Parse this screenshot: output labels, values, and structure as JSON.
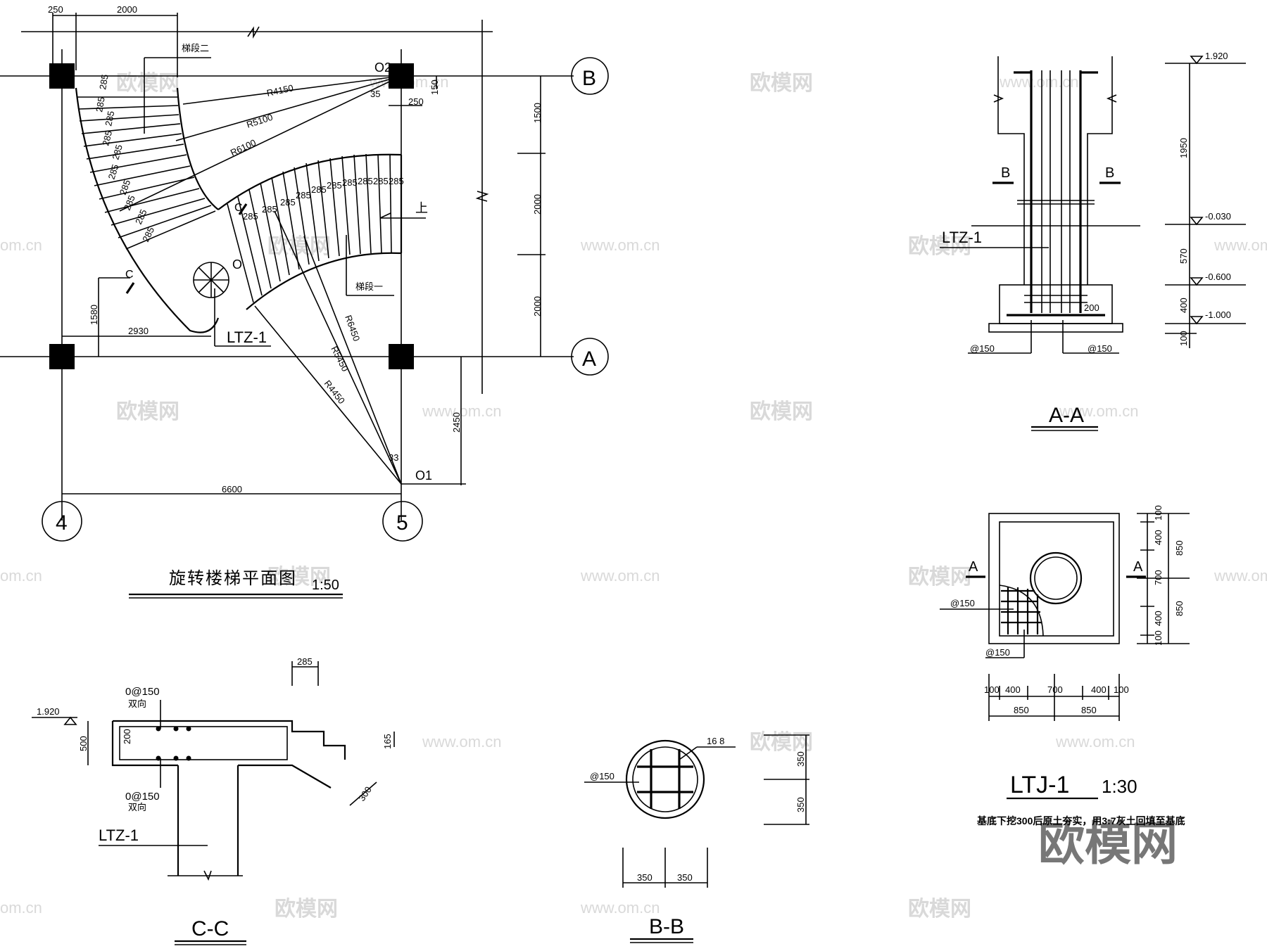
{
  "plan": {
    "title": "旋转楼梯平面图",
    "scale": "1:50",
    "axis_labels": [
      "B",
      "A",
      "4",
      "5"
    ],
    "segment_labels": [
      "梯段二",
      "梯段一"
    ],
    "up_label": "上",
    "center_labels": [
      "O2",
      "O",
      "O1"
    ],
    "column_label": "LTZ-1",
    "section_mark": "C",
    "radii": [
      "R4150",
      "R5100",
      "R6100",
      "R6450",
      "R5450",
      "R4450"
    ],
    "dims": {
      "top_250": "250",
      "top_2000": "2000",
      "right_1500": "1500",
      "right_2000a": "2000",
      "right_2000b": "2000",
      "col_250": "250",
      "col_150": "150",
      "left_1580": "1580",
      "mid_2930": "2930",
      "bottom_2450": "2450",
      "bottom_6600": "6600",
      "angle_35": "35",
      "angle_33": "33",
      "tread": "285"
    }
  },
  "section_aa": {
    "title": "A-A",
    "cut_label": "B",
    "column_label": "LTZ-1",
    "dim_200": "200",
    "rebar_left": "@150",
    "rebar_right": "@150",
    "elevations": [
      "1.920",
      "-0.030",
      "-0.600",
      "-1.000"
    ],
    "dims": [
      "1950",
      "570",
      "400",
      "100"
    ]
  },
  "ltj": {
    "title": "LTJ-1",
    "scale": "1:30",
    "note": "基底下挖300后原土夯实，用3:7灰土回填至基底",
    "cut_label": "A",
    "rebar_1": "@150",
    "rebar_2": "@150",
    "dims_bottom": [
      "100",
      "400",
      "700",
      "400",
      "100"
    ],
    "dims_bottom_total": [
      "850",
      "850"
    ],
    "dims_right": [
      "100",
      "400",
      "700",
      "400",
      "100"
    ],
    "dims_right_total": [
      "850",
      "850"
    ]
  },
  "section_cc": {
    "title": "C-C",
    "elevation": "1.920",
    "rebar_top": "0@150",
    "rebar_top_note": "双向",
    "rebar_bottom": "0@150",
    "rebar_bottom_note": "双向",
    "dim_285": "285",
    "dim_500": "500",
    "dim_200": "200",
    "dim_165": "165",
    "dim_300": "300",
    "column_label": "LTZ-1"
  },
  "section_bb": {
    "title": "B-B",
    "rebar_main": "16 8",
    "rebar_stirrup": "@150",
    "dims": [
      "350",
      "350",
      "350",
      "350"
    ]
  },
  "watermark": {
    "brand": "欧模网",
    "url": "www.om.cn",
    "domain_fragment": "om.cn"
  }
}
